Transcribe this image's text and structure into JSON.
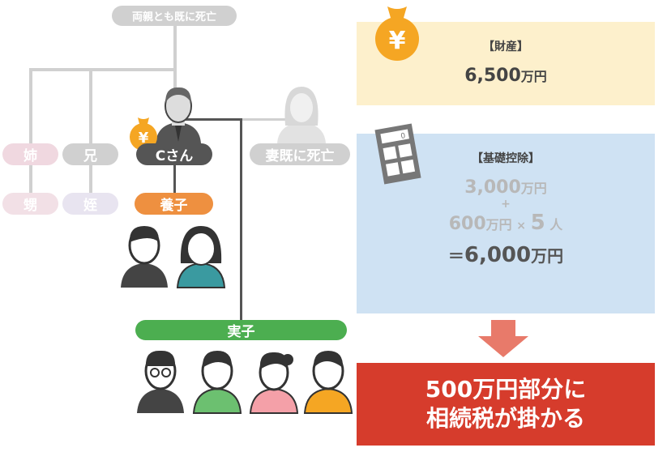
{
  "family": {
    "parents_label": "両親とも既に死亡",
    "sister_label": "姉",
    "brother_label": "兄",
    "nephew_label": "甥",
    "niece_label": "姪",
    "deceased_label": "Cさん",
    "spouse_label": "妻既に死亡",
    "adopted_label": "養子",
    "biological_label": "実子",
    "yen_symbol": "¥"
  },
  "assets": {
    "title": "【財産】",
    "value": "6,500",
    "unit": "万円",
    "yen_symbol": "¥"
  },
  "deduction": {
    "title": "【基礎控除】",
    "base": "3,000",
    "base_unit": "万円",
    "plus": "+",
    "per_heir": "600",
    "per_heir_unit": "万円",
    "times": "×",
    "heirs": "5",
    "heirs_unit": "人",
    "result_prefix": "＝",
    "result": "6,000",
    "result_unit": "万円",
    "calc_display": "0"
  },
  "conclusion": {
    "line1": "500万円部分に",
    "line2": "相続税が掛かる"
  },
  "colors": {
    "orange": "#ee9040",
    "green": "#4cae50",
    "red": "#d63c2c",
    "yellow": "#fdf0cc",
    "blue": "#cfe2f3"
  }
}
